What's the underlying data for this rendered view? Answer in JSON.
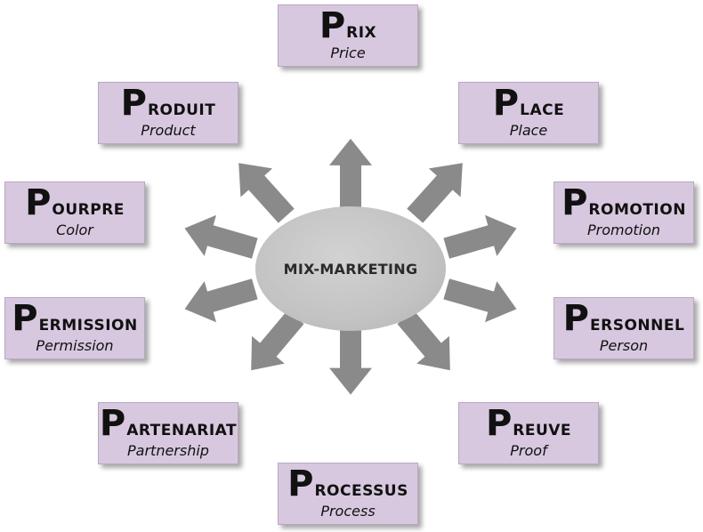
{
  "center": {
    "label": "MIX-MARKETING"
  },
  "colors": {
    "box": "#d7c8df",
    "arrow": "#8a8a8a",
    "hub": "#c3c3c3"
  },
  "items": [
    {
      "initial": "P",
      "rest": "RIX",
      "english": "Price"
    },
    {
      "initial": "P",
      "rest": "LACE",
      "english": "Place"
    },
    {
      "initial": "P",
      "rest": "ROMOTION",
      "english": "Promotion"
    },
    {
      "initial": "P",
      "rest": "ERSONNEL",
      "english": "Person"
    },
    {
      "initial": "P",
      "rest": "REUVE",
      "english": "Proof"
    },
    {
      "initial": "P",
      "rest": "ROCESSUS",
      "english": "Process"
    },
    {
      "initial": "P",
      "rest": "ARTENARIAT",
      "english": "Partnership"
    },
    {
      "initial": "P",
      "rest": "ERMISSION",
      "english": "Permission"
    },
    {
      "initial": "P",
      "rest": "OURPRE",
      "english": "Color"
    },
    {
      "initial": "P",
      "rest": "RODUIT",
      "english": "Product"
    }
  ]
}
